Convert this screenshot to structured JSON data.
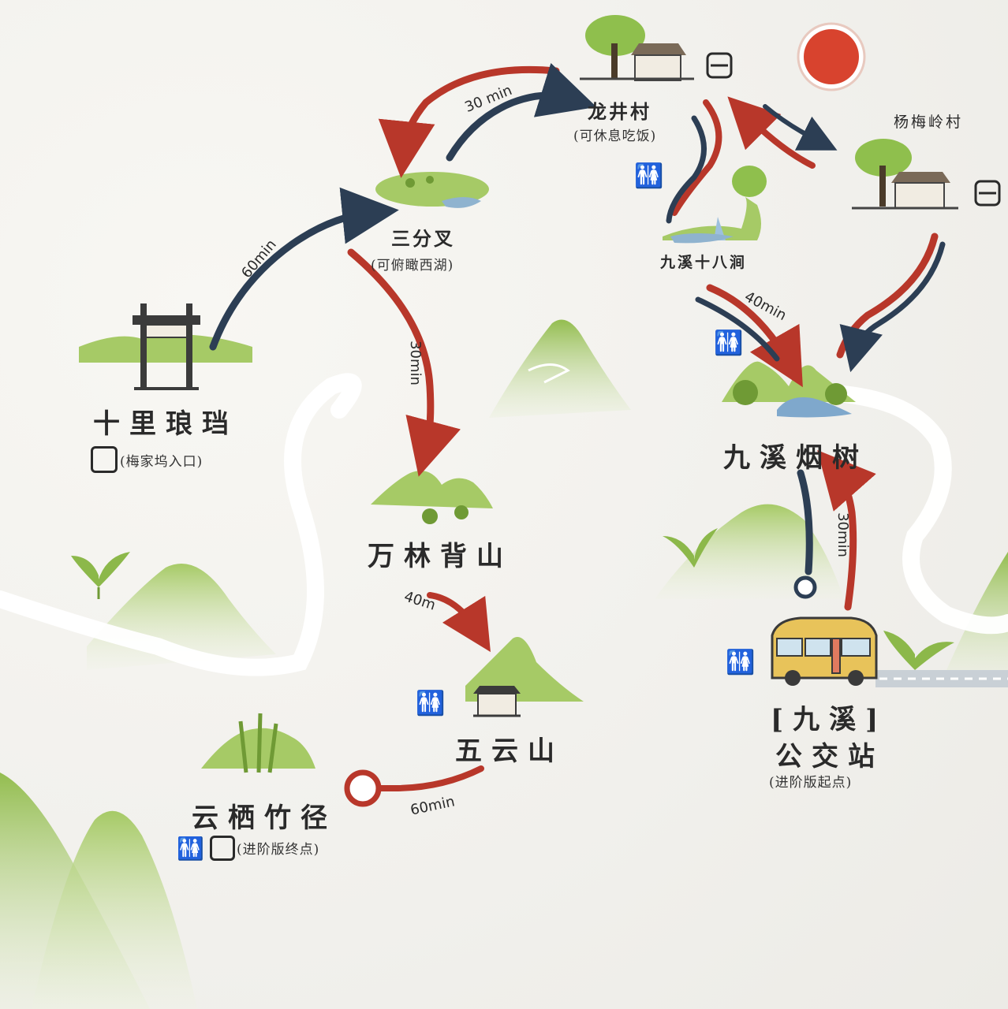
{
  "places": {
    "longjing": {
      "name": "龙井村",
      "note": "(可休息吃饭)"
    },
    "yangmeiling": {
      "name": "杨梅岭村"
    },
    "sanfencha": {
      "name": "三分叉",
      "note": "(可俯瞰西湖)"
    },
    "jiuxi18": {
      "name": "九溪十八涧"
    },
    "shili": {
      "name": "十里琅珰",
      "note": "(梅家坞入口)"
    },
    "jiuxiyanshu": {
      "name": "九溪烟树"
    },
    "wanlin": {
      "name": "万林背山"
    },
    "wuyun": {
      "name": "五云山"
    },
    "yunqi": {
      "name": "云栖竹径",
      "note": "(进阶版终点)"
    },
    "station": {
      "name_line1": "[九溪]",
      "name_line2": "公交站",
      "note": "(进阶版起点)"
    }
  },
  "durations": {
    "longjing_sanfencha": "30 min",
    "shili_sanfencha": "60min",
    "sanfencha_wanlin": "30min",
    "jiuxi18_yanshu": "40min",
    "station_yanshu": "30min",
    "wanlin_wuyun": "40m",
    "wuyun_yunqi": "60min"
  },
  "icons": [
    "bus-icon",
    "restroom-icon",
    "sun-icon",
    "tea-leaf-icon",
    "gate-icon",
    "pavilion-icon"
  ],
  "colors": {
    "route_red": "#b8372a",
    "route_blue": "#2c3e54",
    "mountain_green": "#9cc35a",
    "sun": "#d8432e"
  }
}
